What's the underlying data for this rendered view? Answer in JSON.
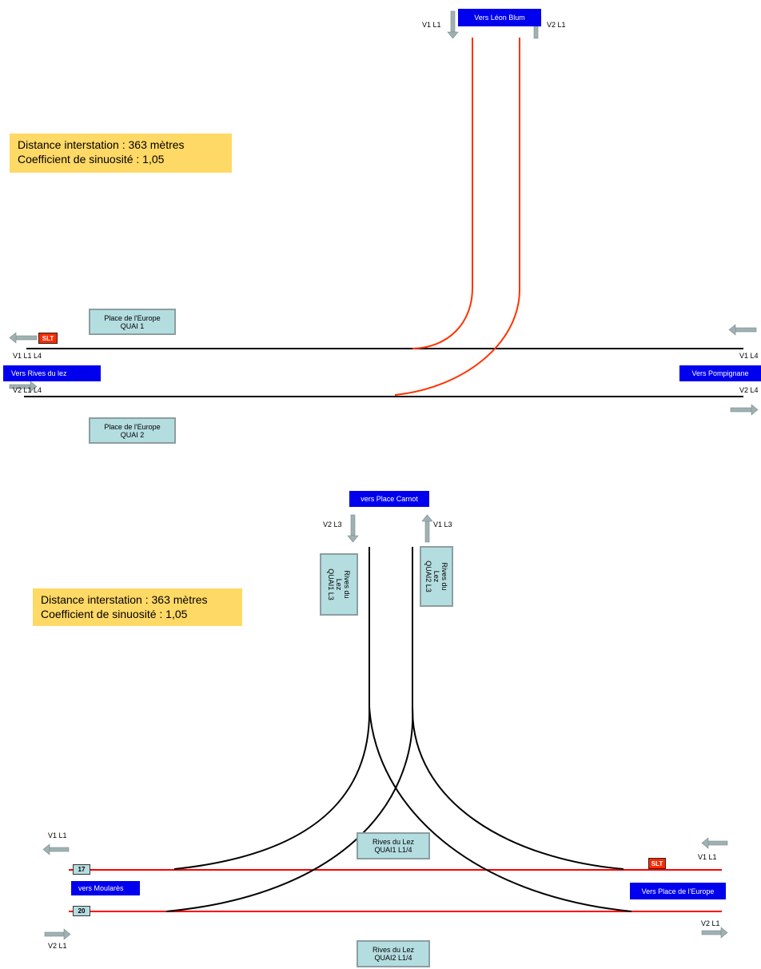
{
  "top": {
    "direction_north": "Vers Léon Blum",
    "label_v1_l1_top": "V1 L1",
    "label_v2_l1_top": "V2 L1",
    "info_line1": "Distance interstation : 363 mètres",
    "info_line2": "Coefficient de sinuosité :  1,05",
    "quai1_line1": "Place de l'Europe",
    "quai1_line2": "QUAI 1",
    "quai2_line1": "Place de l'Europe",
    "quai2_line2": "QUAI 2",
    "slt": "SLT",
    "v1_left": "V1 L1 L4",
    "v2_left": "V2 L1 L4",
    "v1_right": "V1 L4",
    "v2_right": "V2 L4",
    "direction_west": "Vers Rives du lez",
    "direction_east": "Vers Pompignane",
    "colors": {
      "track": "#000000",
      "branch": "#ff3300",
      "direction_box": "#0000ee"
    }
  },
  "bottom": {
    "direction_north": "vers Place Carnot",
    "label_v2_l3": "V2 L3",
    "label_v1_l3": "V1  L3",
    "quai1_l3_line1": "Rives du",
    "quai1_l3_line2": "Lez",
    "quai1_l3_line3": "QUAI1 L3",
    "quai2_l3_line1": "Rives du",
    "quai2_l3_line2": "Lez",
    "quai2_l3_line3": "QUAI2 L3",
    "info_line1": "Distance interstation : 363 mètres",
    "info_line2": "Coefficient de sinuosité :  1,05",
    "quai1_l14_line1": "Rives du Lez",
    "quai1_l14_line2": "QUAI1 L1/4",
    "quai2_l14_line1": "Rives du Lez",
    "quai2_l14_line2": "QUAI2 L1/4",
    "v1_left": "V1 L1",
    "v2_left": "V2 L1",
    "v1_right": "V1 L1",
    "v2_right": "V2 L1",
    "num_17": "17",
    "num_20": "20",
    "slt": "SLT",
    "direction_west": "vers Moularès",
    "direction_east": "Vers Place de l'Europe",
    "colors": {
      "track": "#ff0000",
      "branch": "#000000"
    }
  },
  "icons": {
    "arrow": "arrow-icon"
  }
}
